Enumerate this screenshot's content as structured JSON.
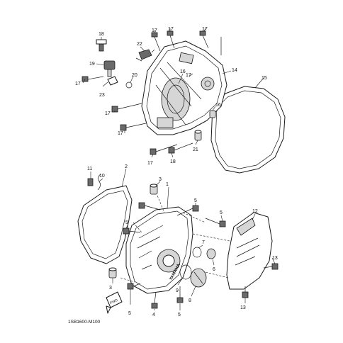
{
  "figure_code": "1SB1600-M100",
  "front_marker": "FWD",
  "cover_brand": "YAMAHA",
  "upper_assembly": {
    "callouts": [
      "18",
      "22",
      "17",
      "17",
      "17",
      "19",
      "16",
      "14",
      "15",
      "17",
      "20",
      "23",
      "17",
      "16",
      "17",
      "17",
      "21",
      "18",
      "17"
    ]
  },
  "lower_assembly": {
    "callouts": [
      "11",
      "2",
      "10",
      "3",
      "1",
      "5",
      "5",
      "12",
      "5",
      "7",
      "6",
      "3",
      "9",
      "13",
      "8",
      "5",
      "4",
      "5",
      "13"
    ]
  }
}
